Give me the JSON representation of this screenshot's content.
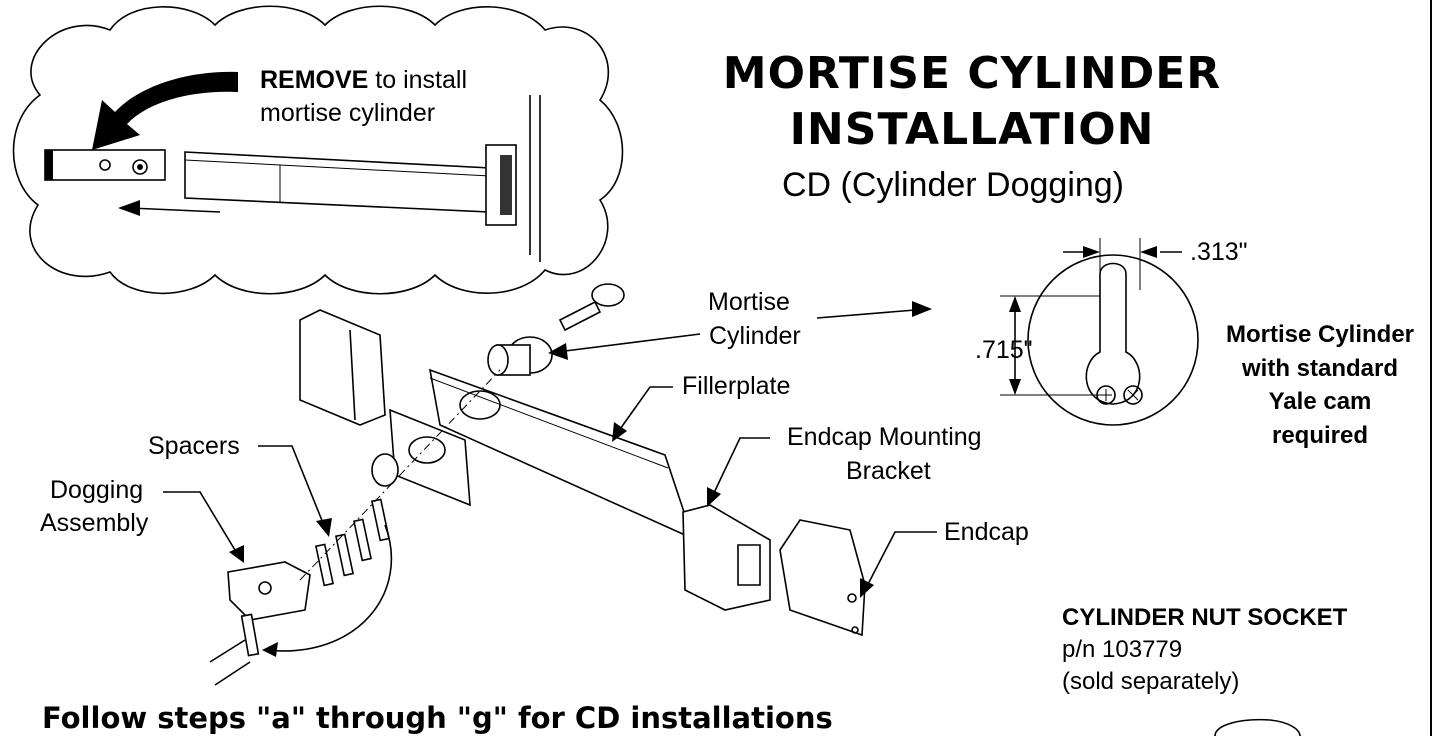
{
  "title": {
    "line1": "MORTISE CYLINDER",
    "line2": "INSTALLATION",
    "subtitle": "CD (Cylinder Dogging)"
  },
  "callout": {
    "remove_bold": "REMOVE",
    "remove_rest": " to install",
    "line2": "mortise cylinder"
  },
  "labels": {
    "mortise_cylinder_1": "Mortise",
    "mortise_cylinder_2": "Cylinder",
    "fillerplate": "Fillerplate",
    "spacers": "Spacers",
    "dogging_1": "Dogging",
    "dogging_2": "Assembly",
    "endcap_bracket_1": "Endcap Mounting",
    "endcap_bracket_2": "Bracket",
    "endcap": "Endcap"
  },
  "dimensions": {
    "width": ".313\"",
    "height": ".715\""
  },
  "cam_note": [
    "Mortise Cylinder",
    "with standard",
    "Yale cam",
    "required"
  ],
  "socket": {
    "title": "CYLINDER NUT SOCKET",
    "pn": "p/n 103779",
    "note": "(sold separately)"
  },
  "footer": "Follow steps \"a\" through \"g\" for CD installations"
}
